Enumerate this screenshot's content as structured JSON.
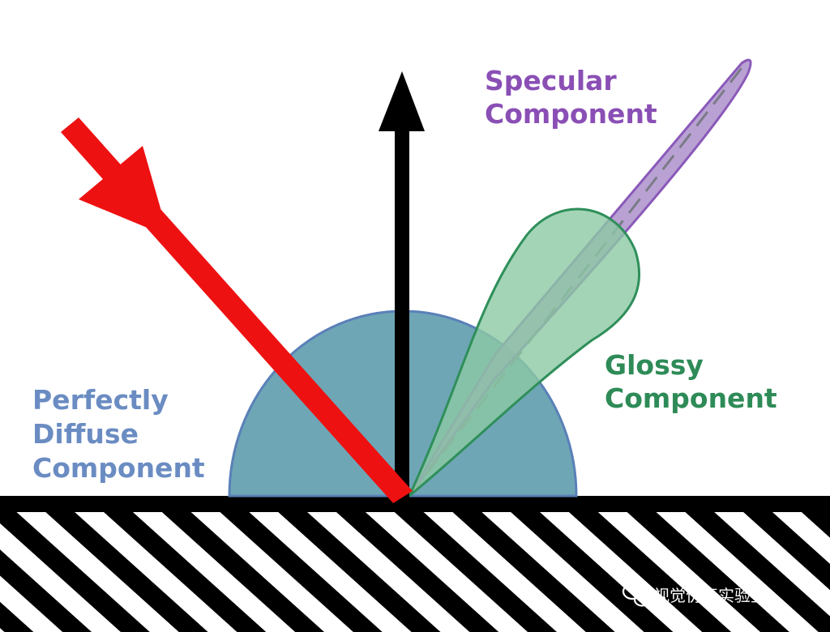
{
  "labels": {
    "specular": {
      "line1": "Specular",
      "line2": "Component"
    },
    "glossy": {
      "line1": "Glossy",
      "line2": "Component"
    },
    "diffuse": {
      "line1": "Perfectly",
      "line2": "Diffuse",
      "line3": "Component"
    }
  },
  "watermark": {
    "text": "视觉仿真实验室"
  },
  "colors": {
    "specular_text": "#8a4fb5",
    "glossy_text": "#2e8b57",
    "diffuse_text": "#6a8cc2",
    "incident_ray": "#ee1111",
    "normal_arrow": "#000000",
    "diffuse_fill": "#6ea6b6",
    "diffuse_stroke": "#5a80b8",
    "glossy_fill": "#8cc9a4",
    "glossy_stroke": "#2f8f5a",
    "specular_fill": "#a98ec9",
    "specular_stroke": "#8a5ab9"
  },
  "icons": {
    "watermark_logo": "wechat-icon"
  }
}
